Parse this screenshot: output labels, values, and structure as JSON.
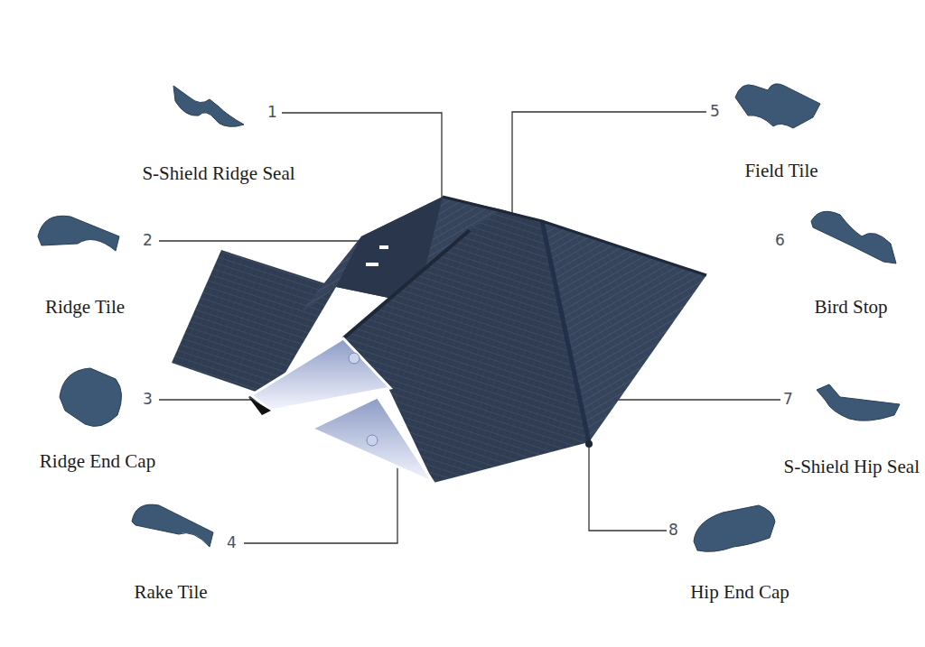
{
  "diagram": {
    "labels": [
      "1",
      "S-Shield Ridge Seal",
      "2",
      "Ridge Tile",
      "3",
      "Ridge End Cap",
      "4",
      "Rake Tile",
      "5",
      "Field Tile",
      "6",
      "Bird Stop",
      "7",
      "S-Shield Hip Seal",
      "8",
      "Hip End Cap"
    ]
  }
}
